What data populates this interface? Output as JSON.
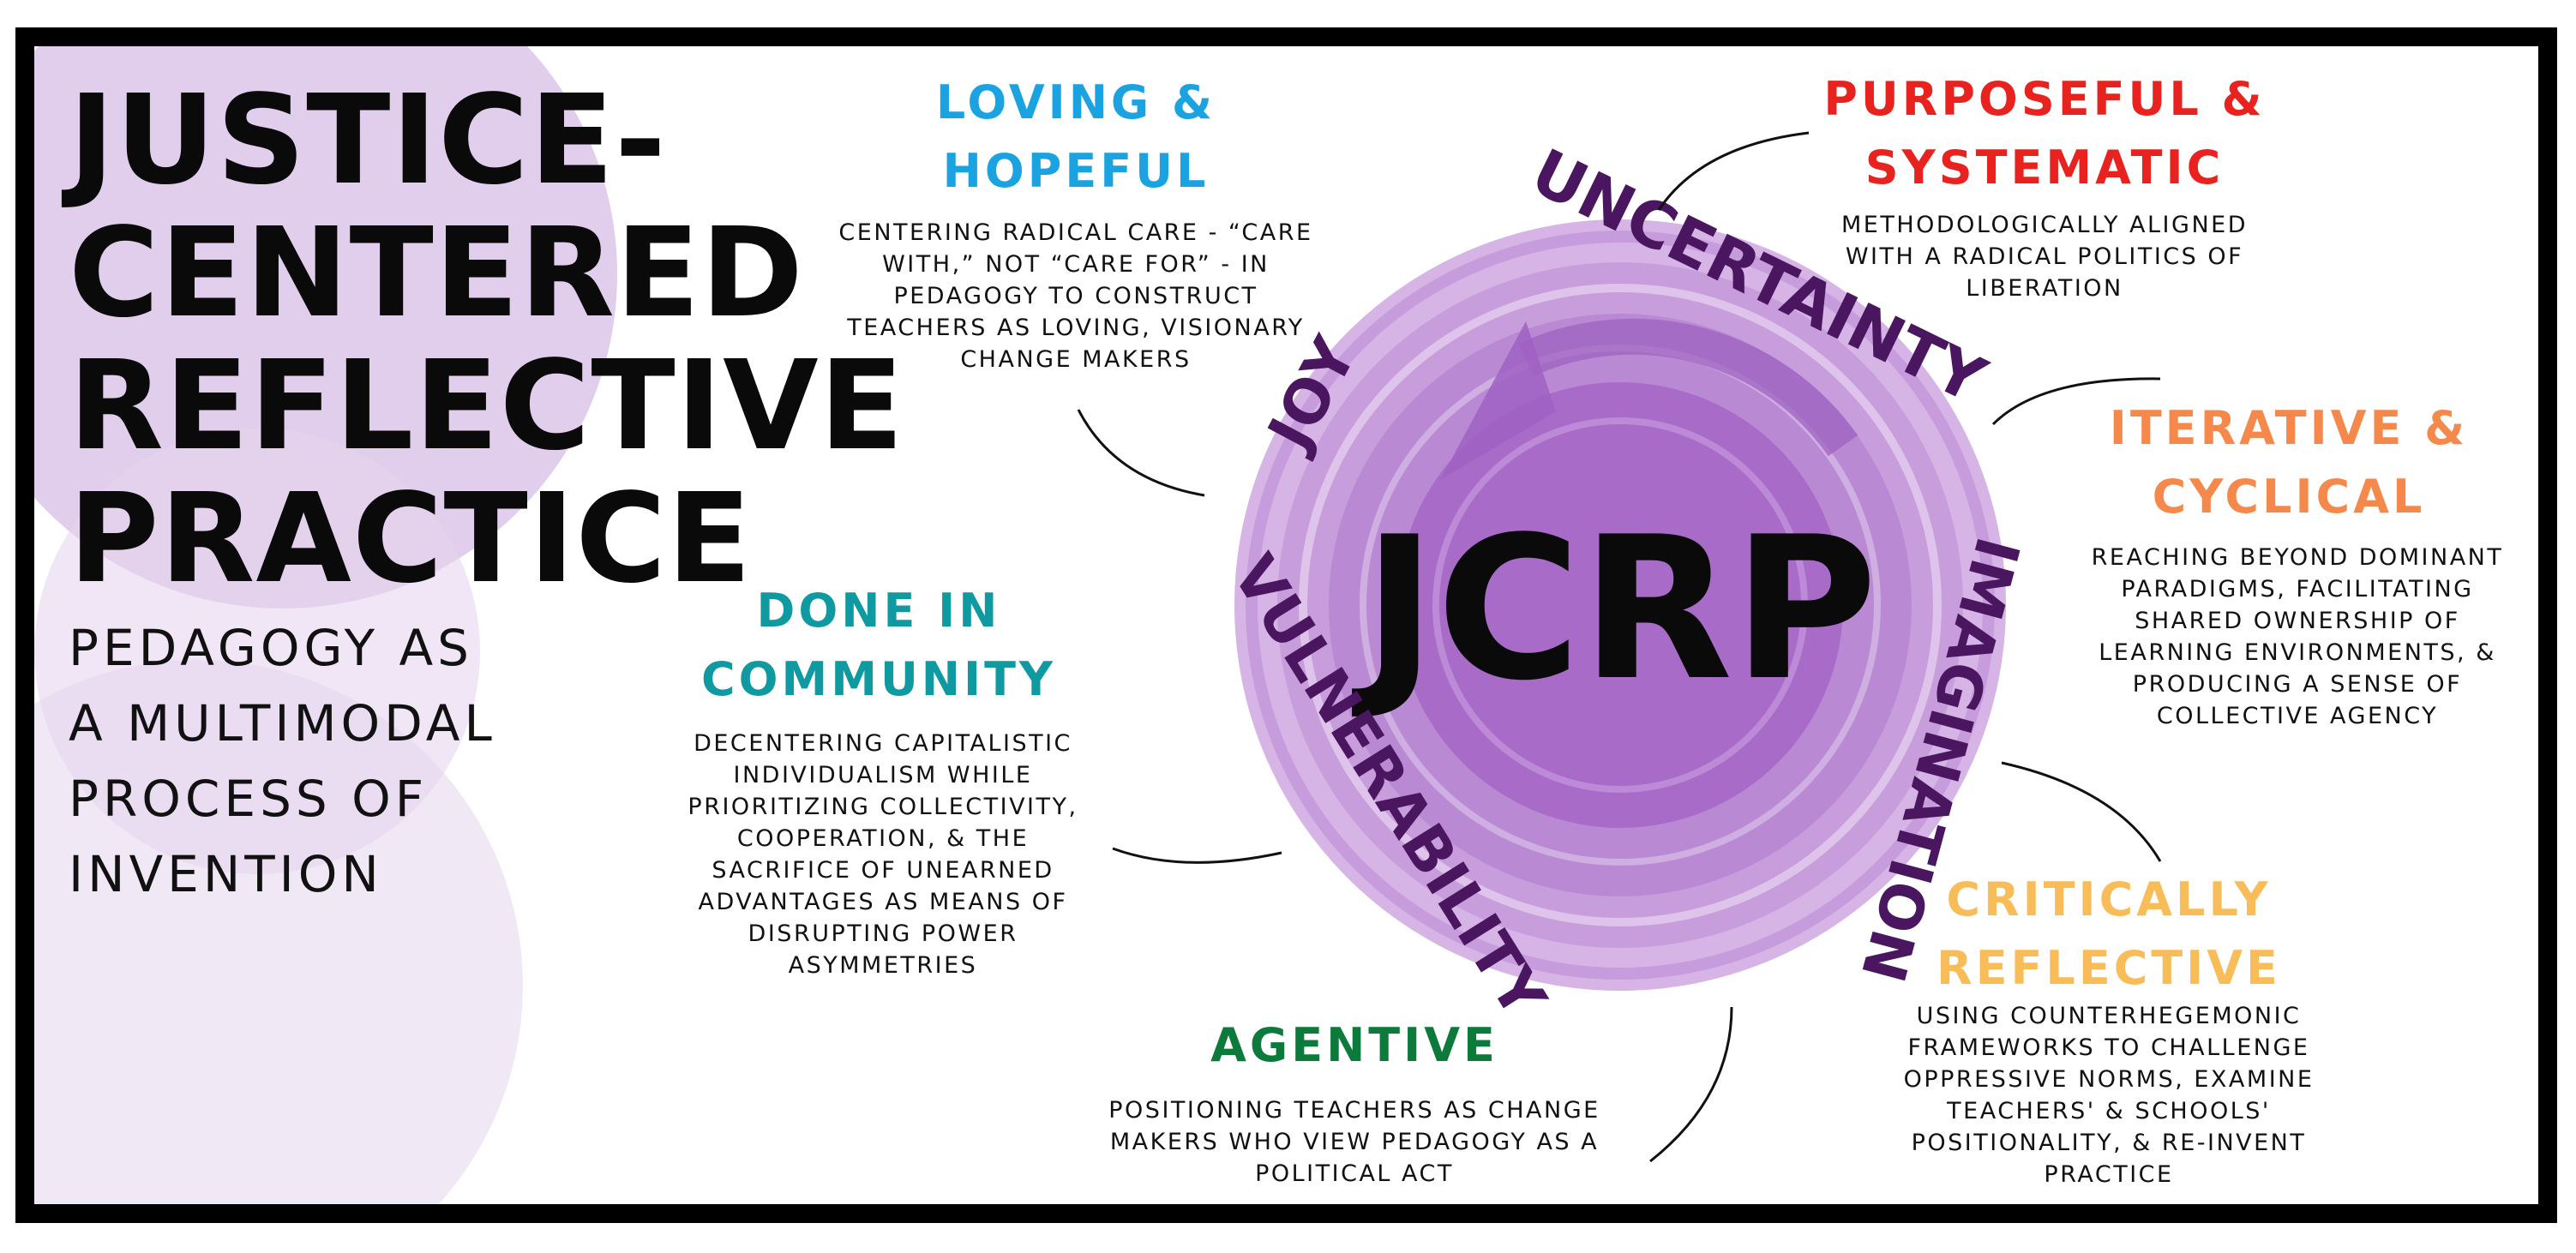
{
  "title_lines": [
    "JUSTICE-",
    "CENTERED",
    "REFLECTIVE",
    "PRACTICE"
  ],
  "subtitle_lines": [
    "PEDAGOGY AS",
    "A MULTIMODAL",
    "PROCESS OF",
    "INVENTION"
  ],
  "center": {
    "acronym": "JCRP",
    "ring_words": {
      "uncertainty": "UNCERTAINTY",
      "joy": "JOY",
      "imagination": "IMAGINATION",
      "vulnerability": "VULNERABILITY"
    }
  },
  "colors": {
    "purple_light": "#d9c0e6",
    "purple_mid": "#b37fd0",
    "purple_dark": "#9a5cbf",
    "ring_text": "#4a1660",
    "loving": "#1aa3e0",
    "purposeful": "#e8231f",
    "iterative": "#f5894c",
    "community": "#0e9aa0",
    "agentive": "#0c7a3a",
    "critically": "#f8bd59"
  },
  "principles": {
    "loving": {
      "heading": [
        "LOVING &",
        "HOPEFUL"
      ],
      "description": [
        "CENTERING RADICAL CARE - “CARE",
        "WITH,” NOT “CARE FOR” - IN",
        "PEDAGOGY TO CONSTRUCT",
        "TEACHERS AS LOVING, VISIONARY",
        "CHANGE MAKERS"
      ]
    },
    "purposeful": {
      "heading": [
        "PURPOSEFUL &",
        "SYSTEMATIC"
      ],
      "description": [
        "METHODOLOGICALLY ALIGNED",
        "WITH A RADICAL POLITICS OF",
        "LIBERATION"
      ]
    },
    "iterative": {
      "heading": [
        "ITERATIVE &",
        "CYCLICAL"
      ],
      "description": [
        "REACHING BEYOND DOMINANT",
        "PARADIGMS, FACILITATING",
        "SHARED OWNERSHIP OF",
        "LEARNING ENVIRONMENTS, &",
        "PRODUCING A SENSE OF",
        "COLLECTIVE AGENCY"
      ]
    },
    "community": {
      "heading": [
        "DONE IN",
        "COMMUNITY"
      ],
      "description": [
        "DECENTERING CAPITALISTIC",
        "INDIVIDUALISM WHILE",
        "PRIORITIZING COLLECTIVITY,",
        "COOPERATION, & THE",
        "SACRIFICE OF UNEARNED",
        "ADVANTAGES AS MEANS OF",
        "DISRUPTING POWER",
        "ASYMMETRIES"
      ]
    },
    "agentive": {
      "heading": [
        "AGENTIVE"
      ],
      "description": [
        "POSITIONING TEACHERS AS CHANGE",
        "MAKERS WHO VIEW PEDAGOGY AS A",
        "POLITICAL ACT"
      ]
    },
    "critically": {
      "heading": [
        "CRITICALLY",
        "REFLECTIVE"
      ],
      "description": [
        "USING COUNTERHEGEMONIC",
        "FRAMEWORKS TO CHALLENGE",
        "OPPRESSIVE NORMS, EXAMINE",
        "TEACHERS' & SCHOOLS'",
        "POSITIONALITY, & RE-INVENT",
        "PRACTICE"
      ]
    }
  }
}
